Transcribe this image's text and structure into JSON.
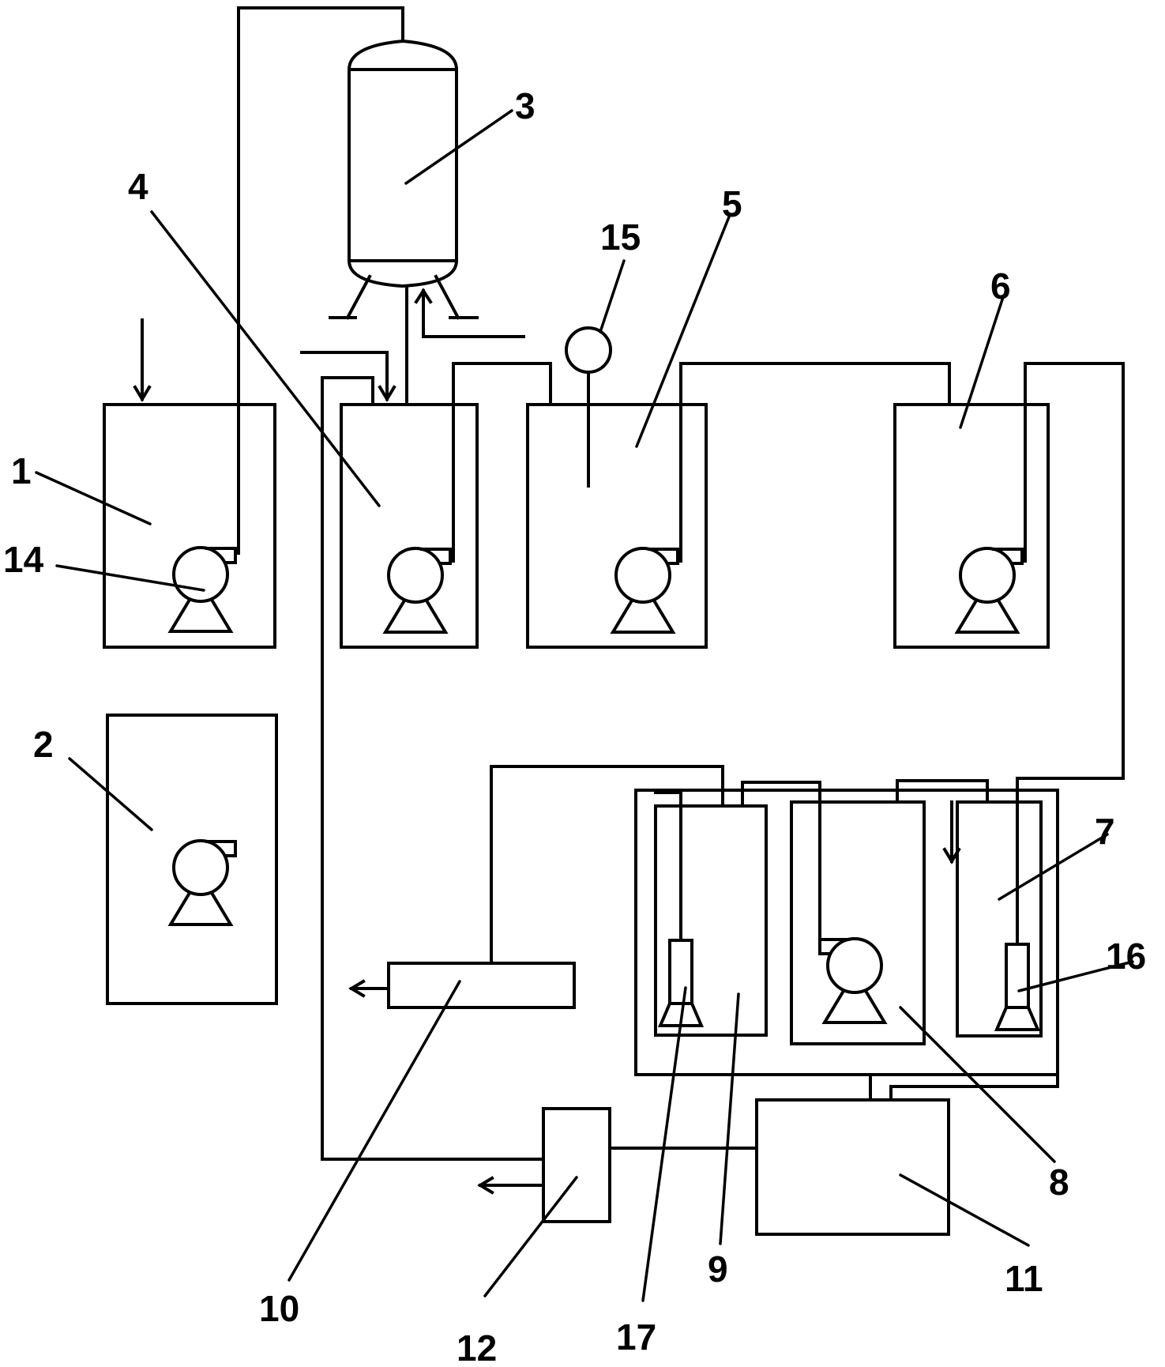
{
  "diagram": {
    "labels": {
      "n1": "1",
      "n2": "2",
      "n3": "3",
      "n4": "4",
      "n5": "5",
      "n6": "6",
      "n7": "7",
      "n8": "8",
      "n9": "9",
      "n10": "10",
      "n11": "11",
      "n12": "12",
      "n14": "14",
      "n15": "15",
      "n16": "16",
      "n17": "17"
    },
    "icons": {
      "pump": "centrifugal-pump-icon",
      "submersible": "submersible-pump-icon",
      "gauge": "pressure-gauge-icon",
      "vessel": "pressure-vessel-icon"
    },
    "colors": {
      "ink": "#000000",
      "paper": "#ffffff"
    }
  }
}
